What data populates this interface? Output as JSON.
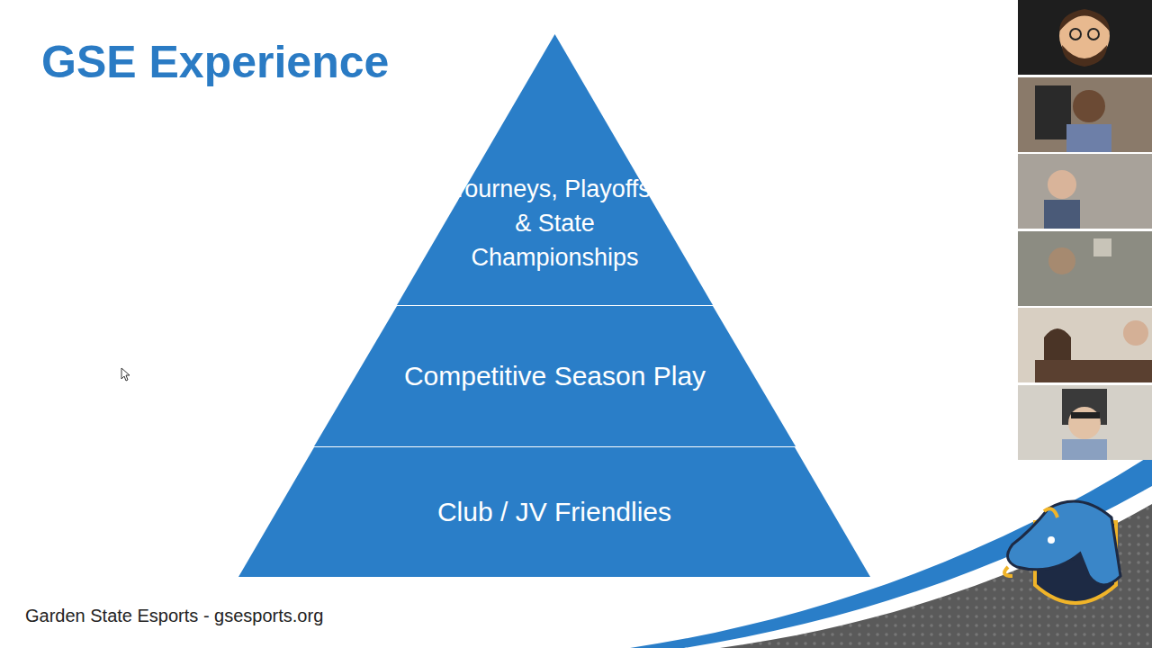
{
  "diagram": {
    "title": "GSE Experience",
    "nodes": [
      {
        "text": [
          "Tourneys, Playoffs, & State Championships"
        ]
      },
      {
        "text": [
          "Competitive Season Play"
        ]
      },
      {
        "text": [
          "Club / JV Friendlies"
        ]
      }
    ],
    "labels": [
      "Garden State Esports - gsesports.org"
    ]
  }
}
